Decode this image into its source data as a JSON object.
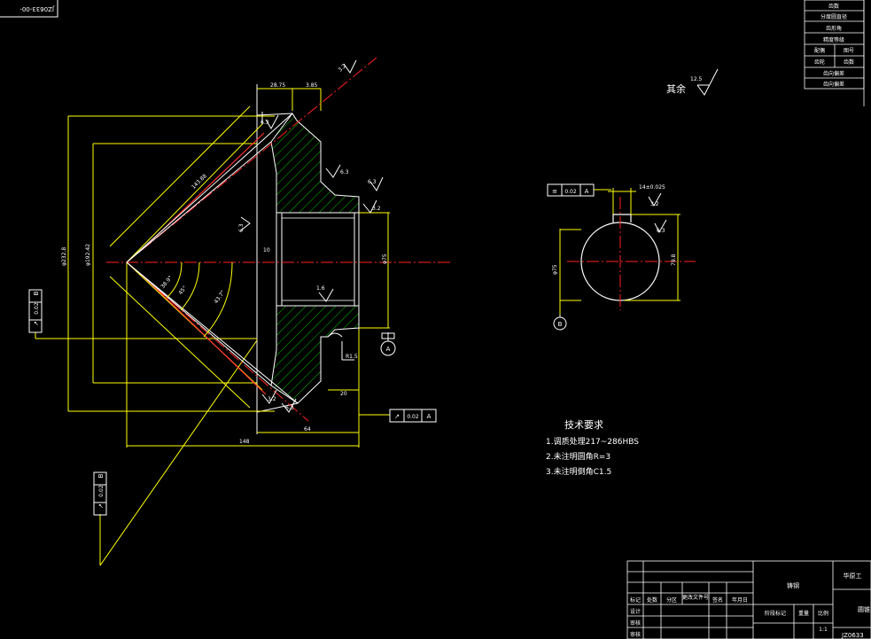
{
  "drawing_number_top": "JZ0633-00-",
  "drawing_number_bottom": "JZ0633",
  "remaining_roughness": {
    "label": "其余",
    "value": "12.5"
  },
  "tech_requirements": {
    "title": "技术要求",
    "items": [
      "1.调质处理217~286HBS",
      "2.未注明圆角R=3",
      "3.未注明倒角C1.5"
    ]
  },
  "gear_table_rows": [
    "齿数",
    "分度圆直径",
    "齿形角",
    "精度等级",
    "",
    "",
    "齿向偏差",
    "齿向偏差"
  ],
  "gear_table_subcells": [
    "配偶",
    "图号",
    "齿轮",
    "齿数"
  ],
  "title_block": {
    "material": "铸钢",
    "stage_marks": "阶段标记",
    "weight": "重量",
    "scale": "比例",
    "sheet": "1:1",
    "header_cells": [
      "标记",
      "处数",
      "分区",
      "更改文件号",
      "签名",
      "年月日"
    ],
    "rows": [
      "设计",
      "审核",
      "审核"
    ],
    "right_top": "华原工",
    "right_mid": "圆锥"
  },
  "datums": {
    "a": "A",
    "b": "B"
  },
  "fcf": {
    "runout_left": {
      "symbol": "↗",
      "value": "0.02",
      "datum": "B"
    },
    "runout_bottom": {
      "symbol": "↗",
      "value": "0.02",
      "datum": "A"
    },
    "symmetry": {
      "symbol": "≡",
      "value": "0.02",
      "datum": "A"
    },
    "runout_lower_left": {
      "symbol": "↗",
      "value": "0.02",
      "datum": "B"
    }
  },
  "dims": {
    "d_28_75": "28.75",
    "d_3_85": "3.85",
    "d_cone": "143.88",
    "d_outer": "φ232.8",
    "d_pitch": "φ192.42",
    "d_10": "10",
    "d_bore": "φ75",
    "d_20": "20",
    "d_64": "64",
    "d_148": "148",
    "r_15": "R1.5",
    "ang_1": "38.9°",
    "ang_2": "45°",
    "ang_3": "43.7°",
    "key_width": "14±0.025",
    "key_depth": "79.8",
    "bore_d": "φ75",
    "ra_32_a": "3.2",
    "ra_32_b": "3.2",
    "ra_63_a": "6.3",
    "ra_63_b": "6.3",
    "ra_63_c": "6.3",
    "ra_63_d": "6.3",
    "ra_32_c": "3.2",
    "ra_16": "1.6",
    "ra_63_e": "6.3"
  }
}
